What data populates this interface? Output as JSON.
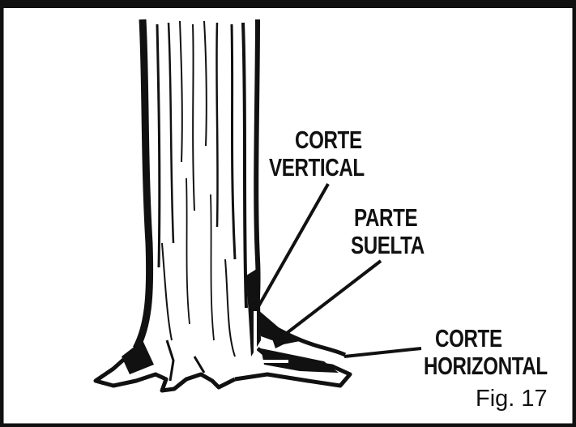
{
  "labels": {
    "vertical_cut": [
      "CORTE",
      "VERTICAL"
    ],
    "loose_part": [
      "PARTE",
      "SUELTA"
    ],
    "horizontal_cut": [
      "CORTE",
      "HORIZONTAL"
    ]
  },
  "figure_caption": "Fig. 17",
  "colors": {
    "ink": "#111111",
    "background": "#ffffff"
  }
}
